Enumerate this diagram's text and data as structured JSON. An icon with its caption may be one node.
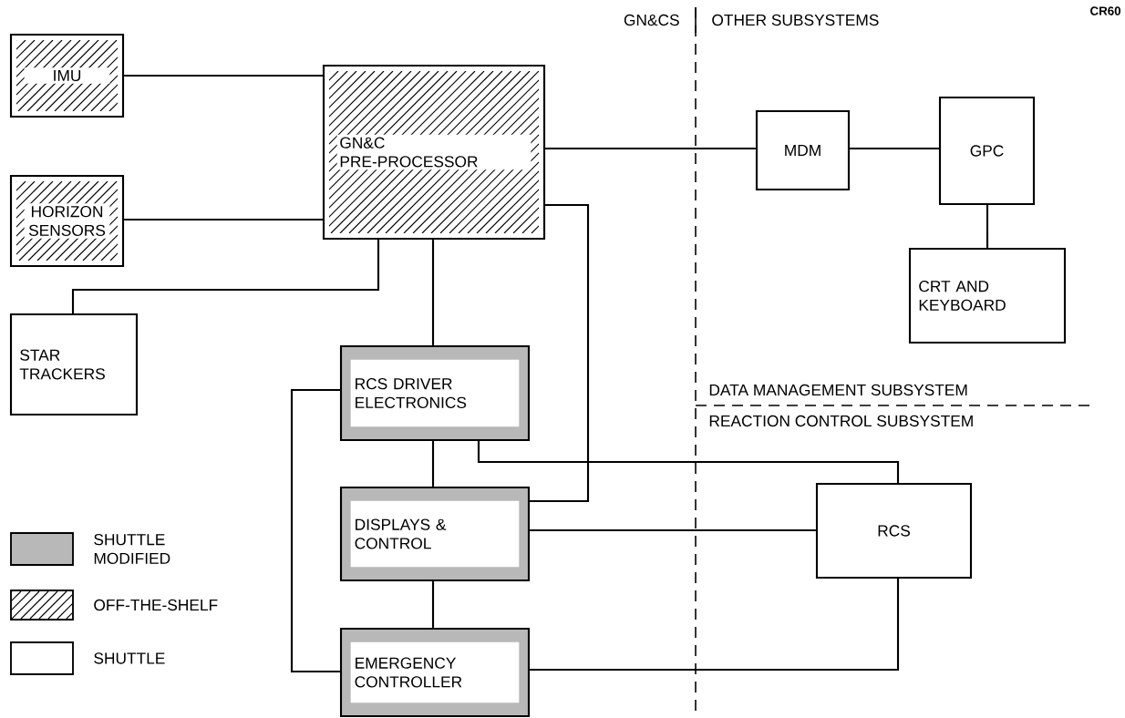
{
  "diagram": {
    "nodes": [
      {
        "text": [
          "IMU"
        ]
      },
      {
        "text": [
          "HORIZON SENSORS"
        ]
      },
      {
        "text": [
          "GN&C PRE-PROCESSOR"
        ]
      },
      {
        "text": [
          "STAR TRACKERS"
        ]
      },
      {
        "text": [
          "RCS DRIVER ELECTRONICS"
        ]
      },
      {
        "text": [
          "DISPLAYS & CONTROL"
        ]
      },
      {
        "text": [
          "EMERGENCY CONTROLLER"
        ]
      },
      {
        "text": [
          "MDM"
        ]
      },
      {
        "text": [
          "GPC"
        ]
      },
      {
        "text": [
          "CRT AND KEYBOARD"
        ]
      },
      {
        "text": [
          "RCS"
        ]
      }
    ],
    "edges": [
      {
        "from": 0,
        "to": 2,
        "arrow": "none"
      },
      {
        "from": 1,
        "to": 2,
        "arrow": "none"
      },
      {
        "from": 3,
        "to": 2,
        "arrow": "none"
      },
      {
        "from": 2,
        "to": 4,
        "arrow": "none"
      },
      {
        "from": 2,
        "to": 7,
        "arrow": "none"
      },
      {
        "from": 7,
        "to": 8,
        "arrow": "none"
      },
      {
        "from": 8,
        "to": 9,
        "arrow": "none"
      },
      {
        "from": 2,
        "to": 5,
        "arrow": "none"
      },
      {
        "from": 4,
        "to": 5,
        "arrow": "none"
      },
      {
        "from": 5,
        "to": 6,
        "arrow": "none"
      },
      {
        "from": 4,
        "to": 10,
        "arrow": "none"
      },
      {
        "from": 5,
        "to": 10,
        "arrow": "none"
      },
      {
        "from": 6,
        "to": 10,
        "arrow": "none"
      },
      {
        "from": 4,
        "to": 6,
        "arrow": "none"
      }
    ],
    "labels": [
      "CR60",
      "GN&CS",
      "OTHER SUBSYSTEMS",
      "DATA MANAGEMENT SUBSYSTEM",
      "REACTION CONTROL SUBSYSTEM"
    ],
    "legend": [
      {
        "text": "SHUTTLE MODIFIED"
      },
      {
        "text": "OFF-THE-SHELF"
      },
      {
        "text": "SHUTTLE"
      }
    ]
  }
}
